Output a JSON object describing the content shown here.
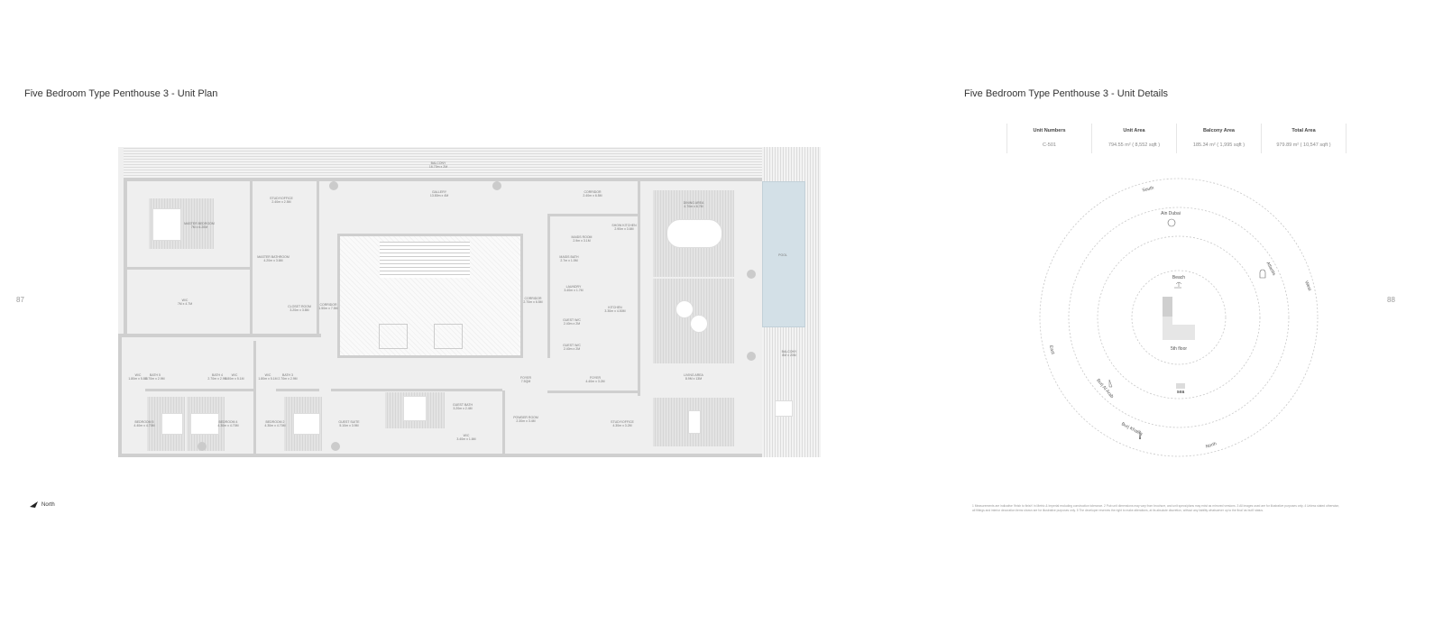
{
  "left_page": {
    "title": "Five Bedroom Type Penthouse 3 - Unit Plan",
    "page_number": "87",
    "north_label": "North",
    "rooms": [
      {
        "name": "BALCONY",
        "dim": "16.70m x 2M"
      },
      {
        "name": "STUDY/OFFICE",
        "dim": "2.40m x 2.5M"
      },
      {
        "name": "MASTER BEDROOM",
        "dim": "7M x 6.20M"
      },
      {
        "name": "GALLERY",
        "dim": "13.80m x 4M"
      },
      {
        "name": "CORRIDOR",
        "dim": "2.40m x 6.5M"
      },
      {
        "name": "SHOW KITCHEN",
        "dim": "2.90m x 3.6M"
      },
      {
        "name": "MAIDS ROOM",
        "dim": "2.9m x 3.1M"
      },
      {
        "name": "MAIDS BATH",
        "dim": "2.7m x 1.5M"
      },
      {
        "name": "DINING AREA",
        "dim": "4.70m x 6.7M"
      },
      {
        "name": "MASTER BATHROOM",
        "dim": "4.20m x 3.6M"
      },
      {
        "name": "W/C",
        "dim": "7M x 4.7M"
      },
      {
        "name": "CLOSET ROOM",
        "dim": "3.20m x 3.8M"
      },
      {
        "name": "CORRIDOR",
        "dim": "1.50m x 7.5M"
      },
      {
        "name": "LAUNDRY",
        "dim": "3.40m x 1.7M"
      },
      {
        "name": "CORRIDOR",
        "dim": "2.70m x 6.5M"
      },
      {
        "name": "KITCHEN",
        "dim": "3.30m x 4.50M"
      },
      {
        "name": "POOL",
        "dim": ""
      },
      {
        "name": "GUEST W/C",
        "dim": "2.40m x 2M"
      },
      {
        "name": "GUEST W/C",
        "dim": "2.40m x 2M"
      },
      {
        "name": "BALCONY",
        "dim": "8M x 20M"
      },
      {
        "name": "W/C",
        "dim": "1.80m x 5.8M"
      },
      {
        "name": "BATH 5",
        "dim": "2.70m x 2.9M"
      },
      {
        "name": "BATH 4",
        "dim": "2.70m x 2.9M"
      },
      {
        "name": "W/C",
        "dim": "1.80m x 5.1M"
      },
      {
        "name": "W/C",
        "dim": "1.80m x 5.1M"
      },
      {
        "name": "BATH 3",
        "dim": "2.70m x 2.9M"
      },
      {
        "name": "FOYER",
        "dim": "7.5QM"
      },
      {
        "name": "FOYER",
        "dim": "4.40m x 3.2M"
      },
      {
        "name": "LIVING AREA",
        "dim": "8.9M x 13M"
      },
      {
        "name": "GUEST BATH",
        "dim": "3.20m x 2.4M"
      },
      {
        "name": "POWDER ROOM",
        "dim": "2.30m x 3.4M"
      },
      {
        "name": "STUDY/OFFICE",
        "dim": "4.30m x 3.2M"
      },
      {
        "name": "BEDROOM 5",
        "dim": "4.40m x 4.70M"
      },
      {
        "name": "BEDROOM 4",
        "dim": "4.30m x 4.70M"
      },
      {
        "name": "BEDROOM 2",
        "dim": "4.30m x 4.70M"
      },
      {
        "name": "GUEST SUITE",
        "dim": "5.10m x 3.9M"
      },
      {
        "name": "W/C",
        "dim": "3.40m x 1.6M"
      }
    ]
  },
  "right_page": {
    "title": "Five Bedroom Type Penthouse 3 - Unit Details",
    "page_number": "88",
    "table": {
      "headers": [
        "Unit Numbers",
        "Unit Area",
        "Balcony Area",
        "Total Area"
      ],
      "values": [
        "C-501",
        "794.55 m² ( 8,552 sqft )",
        "185.34 m² ( 1,995 sqft )",
        "979.89 m² ( 10,547 sqft )"
      ]
    },
    "view_diagram": {
      "center_label": "5th floor",
      "labels": {
        "south": "South",
        "north": "North",
        "east": "East",
        "west": "West",
        "ain_dubai": "Ain Dubai",
        "atlantis": "Atlantis",
        "beach": "Beach",
        "sea": "sea",
        "burj_al_arab": "Burj Al Arab",
        "burj_khalifa": "Burj Khalifa"
      }
    },
    "footnote": "1 Measurements are indicative 'finish to finish' in Metric & Imperial excluding construction tolerance. 2 Pub unit dimensions may vary from brochure, and unit specs/plans may exist as mirrored versions. 3 All images used are for illustrative purposes only. 4 Unless stated otherwise, all fittings and interior decoration items shown are for illustrative purposes only. 5 The developer reserves the right to make alterations, at its absolute discretion, without any liability whatsoever up to the final 'as built' status."
  }
}
